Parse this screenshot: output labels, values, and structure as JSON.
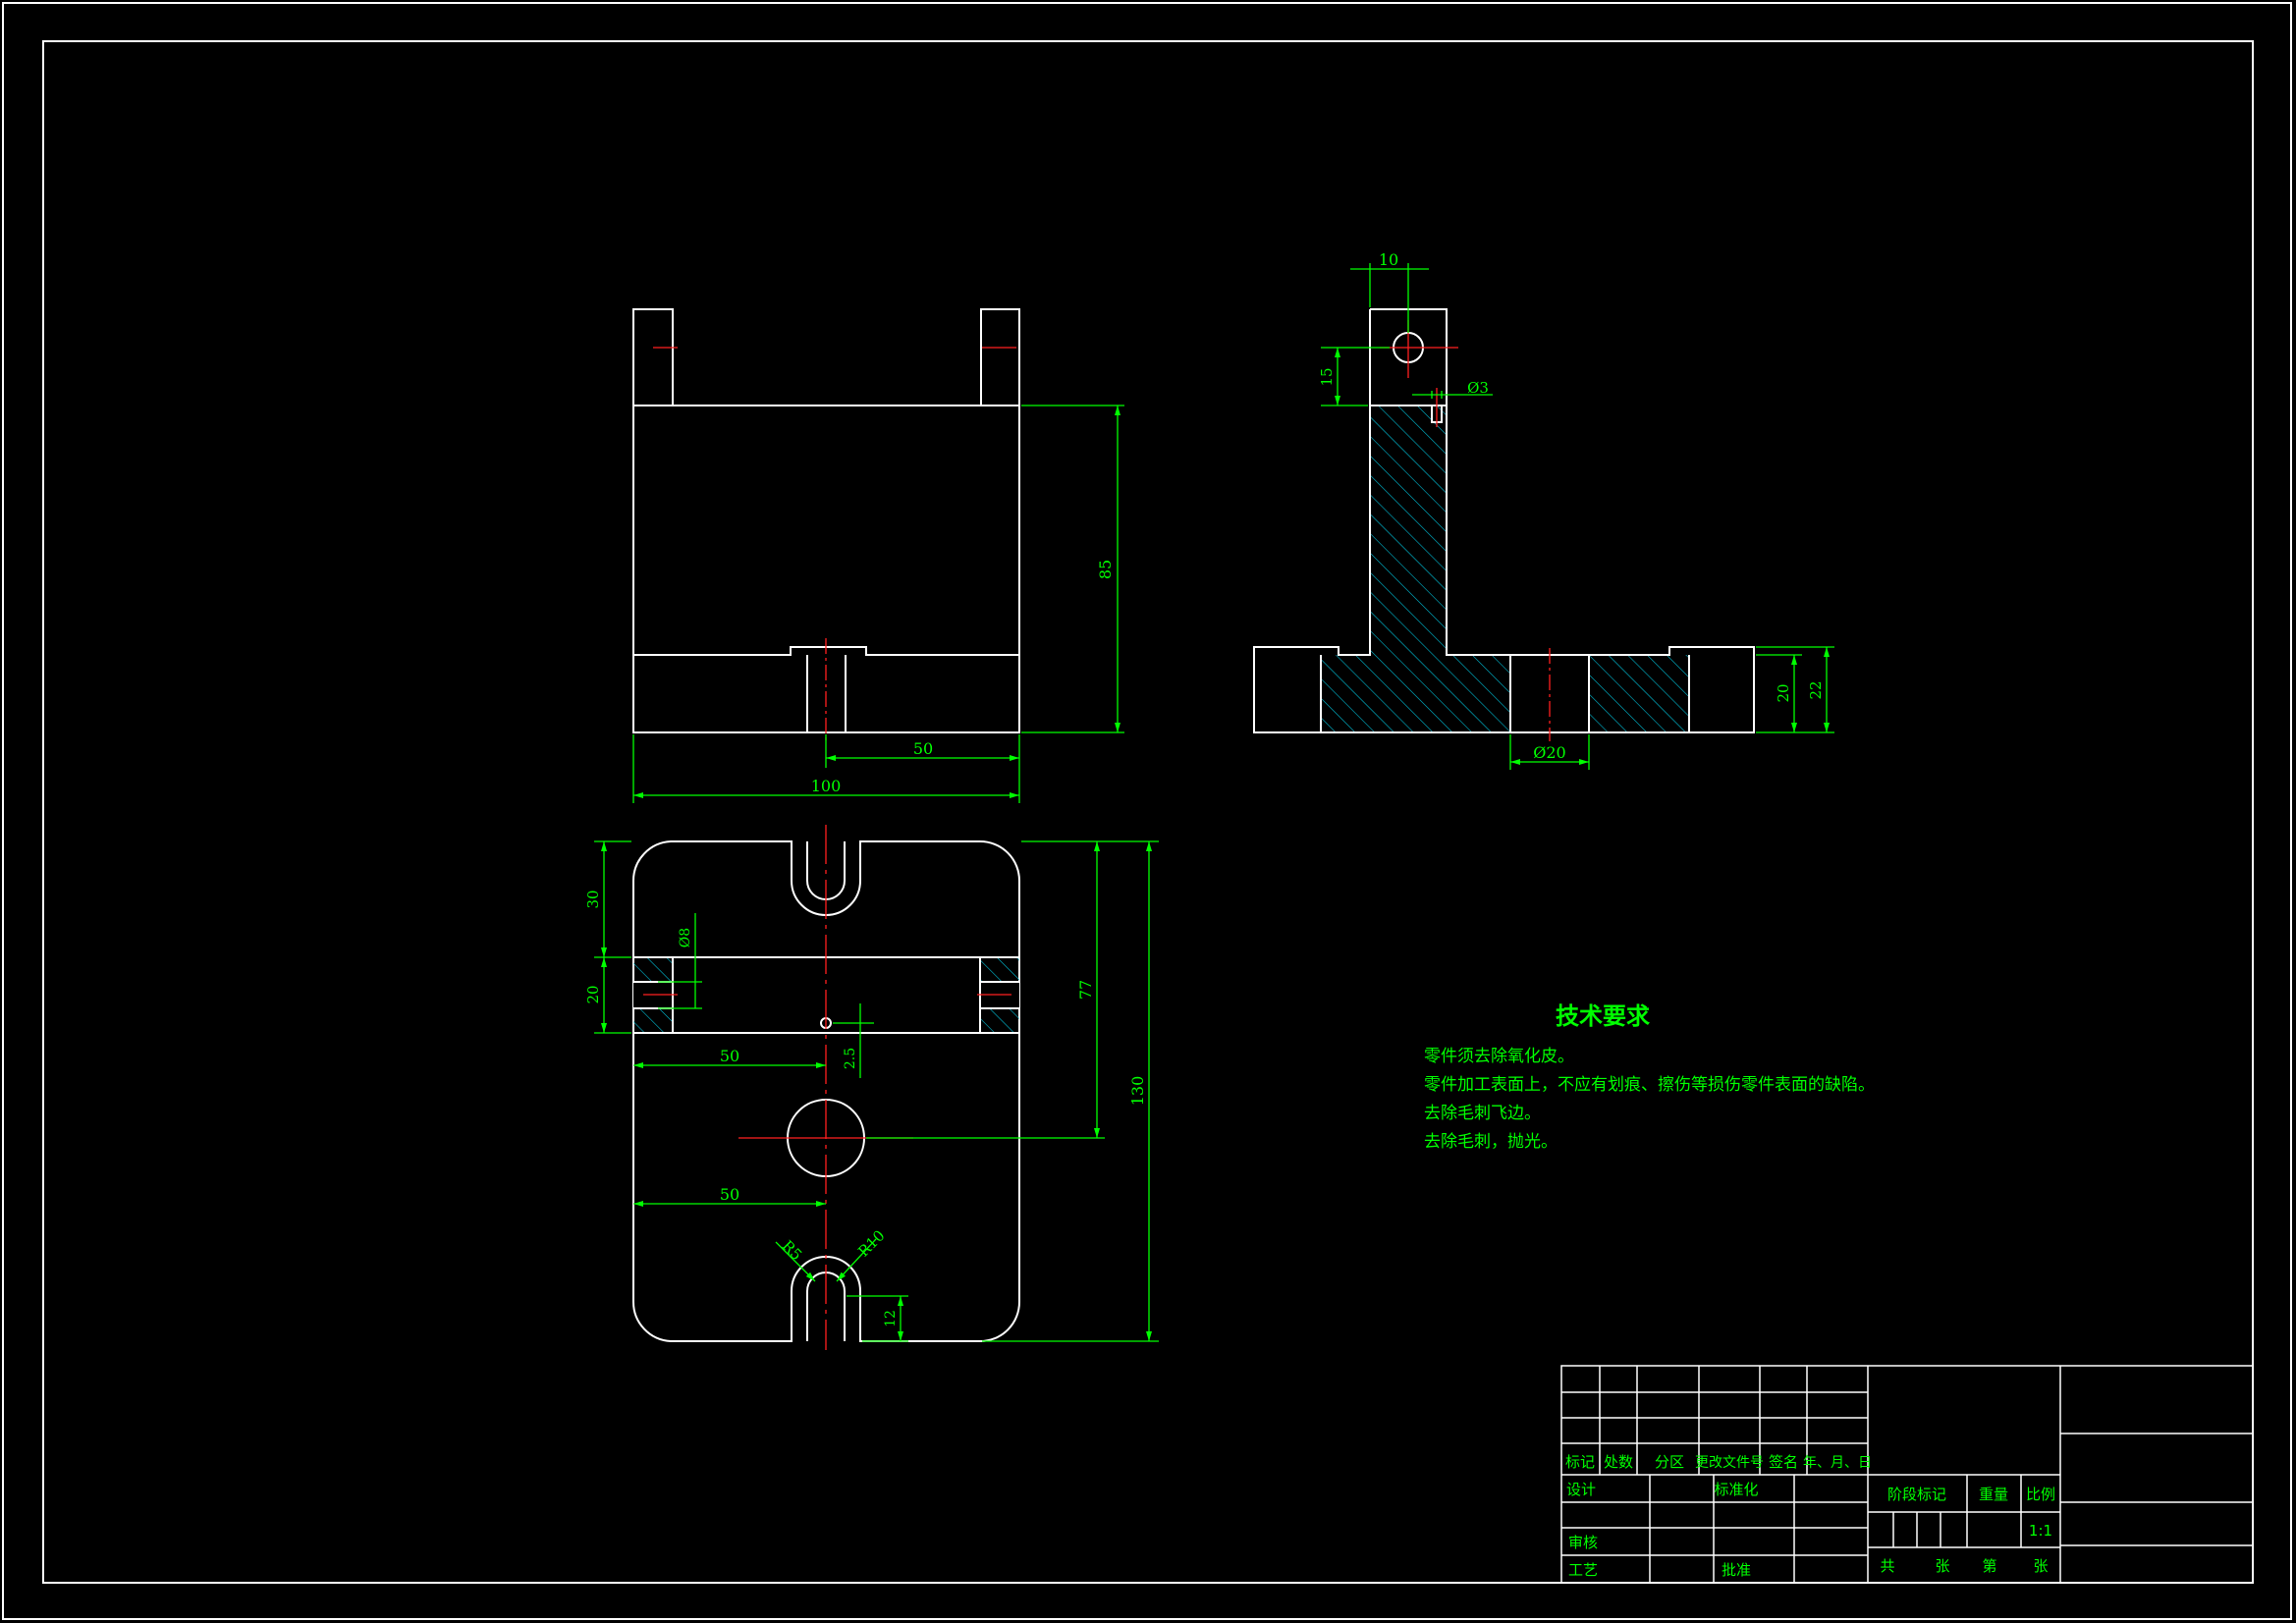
{
  "colors": {
    "background": "#000000",
    "outline": "#ffffff",
    "dimension": "#00ff00",
    "centerline": "#ff2020",
    "hatch": "#00bcd4"
  },
  "front_view": {
    "dim_height": "85",
    "dim_half_width": "50",
    "dim_width": "100"
  },
  "side_view": {
    "dim_top_width": "10",
    "dim_hole_height": "15",
    "dim_small_hole": "Ø3",
    "dim_bore": "Ø20",
    "dim_base_thickness": "20",
    "dim_base_total": "22"
  },
  "top_view": {
    "dim_top_gap": "30",
    "dim_slot_height": "20",
    "dim_slot_dia": "Ø8",
    "dim_upper_50": "50",
    "dim_small_offset": "2.5",
    "dim_77": "77",
    "dim_130": "130",
    "dim_lower_50": "50",
    "dim_r5": "R5",
    "dim_r10": "R10",
    "dim_12": "12"
  },
  "tech_requirements": {
    "title": "技术要求",
    "items": [
      "零件须去除氧化皮。",
      "零件加工表面上，不应有划痕、擦伤等损伤零件表面的缺陷。",
      "去除毛刺飞边。",
      "去除毛刺，抛光。"
    ]
  },
  "title_block": {
    "headers": [
      "标记",
      "处数",
      "分区",
      "更改文件号",
      "签名",
      "年、月、日"
    ],
    "design": "设计",
    "standardization": "标准化",
    "review": "审核",
    "process": "工艺",
    "approve": "批准",
    "stage_mark": "阶段标记",
    "weight": "重量",
    "scale_label": "比例",
    "scale_value": "1:1",
    "sheet_total_prefix": "共",
    "sheet_total_suffix": "张",
    "sheet_no_prefix": "第",
    "sheet_no_suffix": "张"
  }
}
